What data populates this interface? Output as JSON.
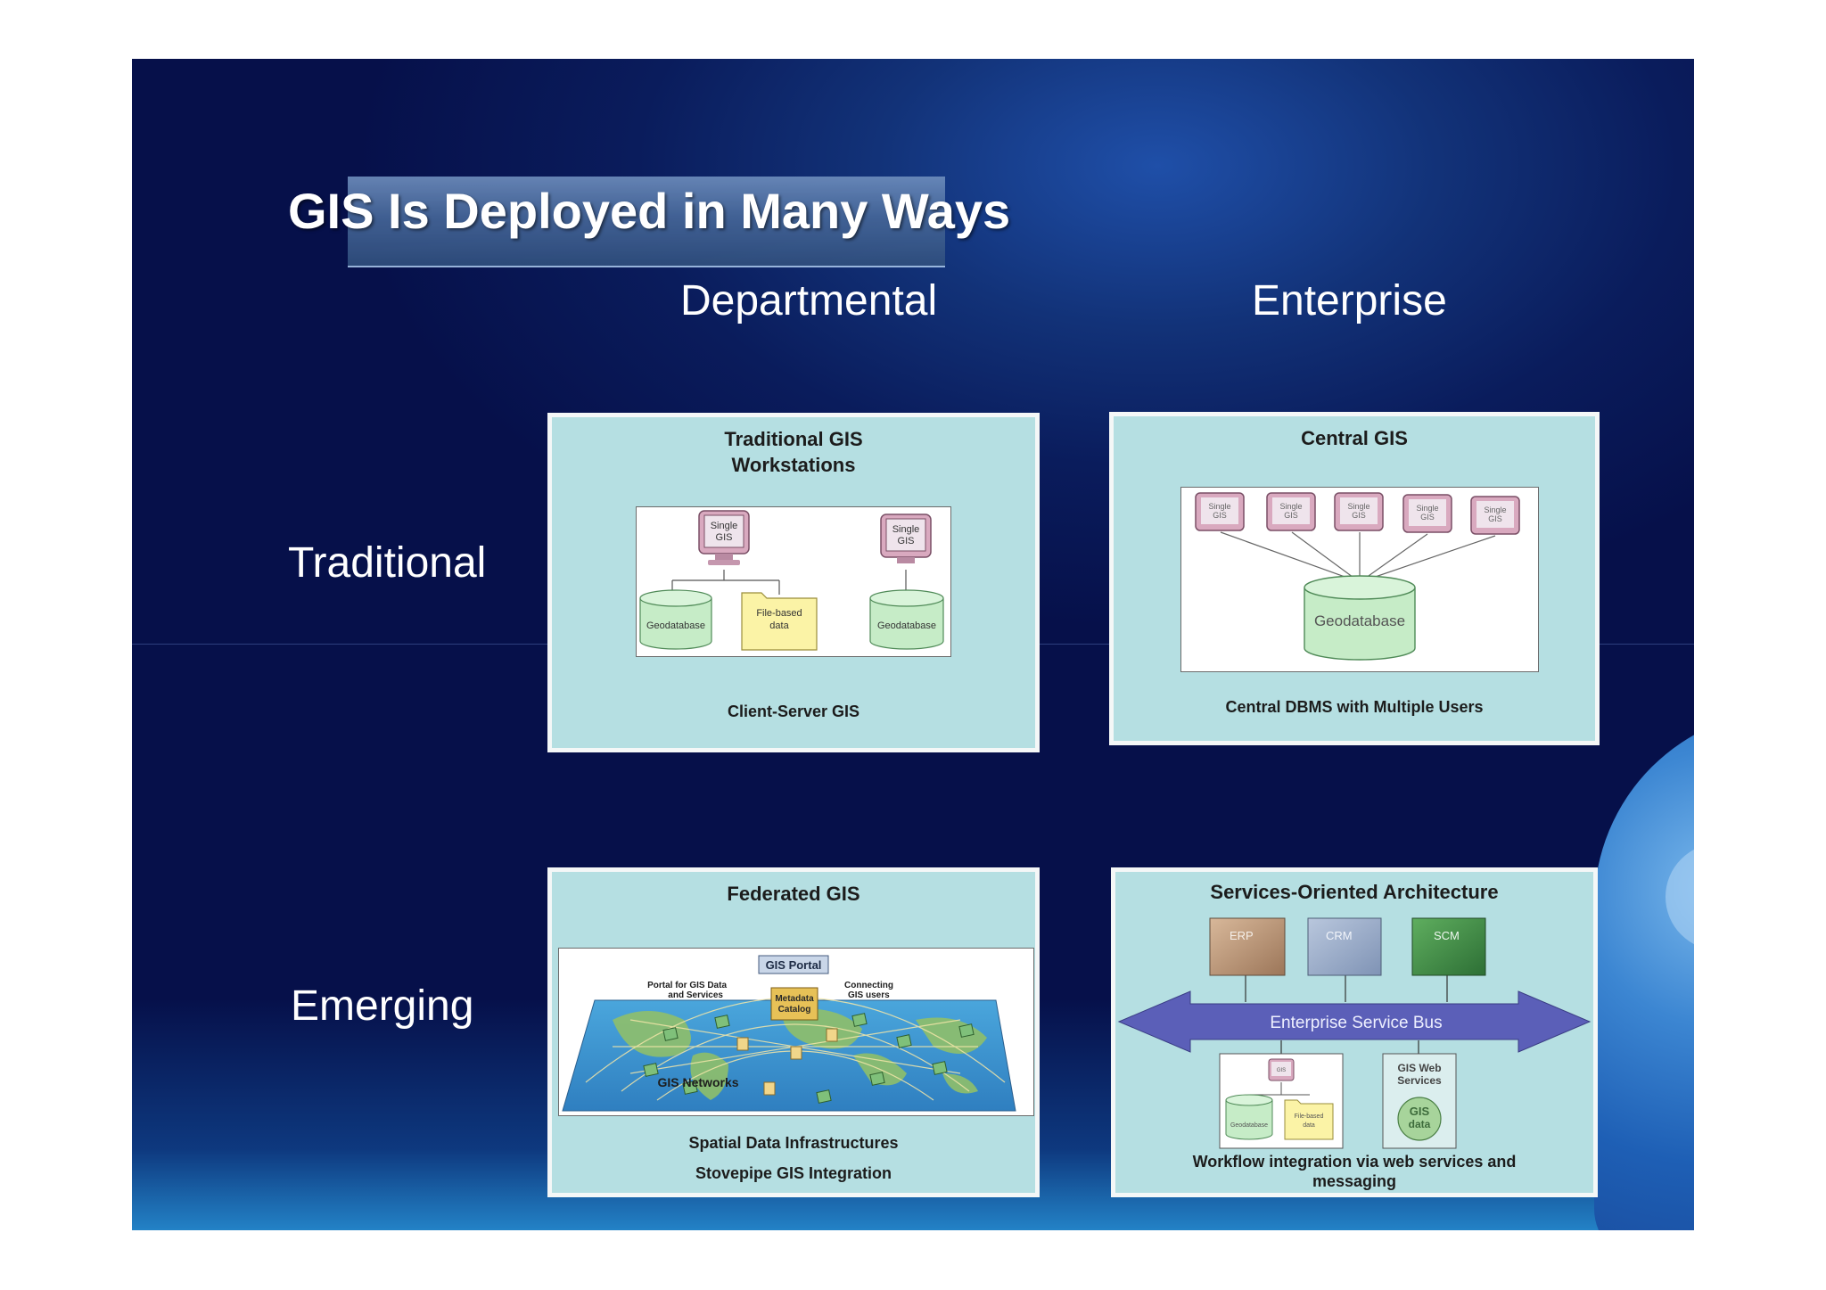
{
  "slide": {
    "title": "GIS Is Deployed in Many Ways",
    "columns": [
      "Departmental",
      "Enterprise"
    ],
    "rows": [
      "Traditional",
      "Emerging"
    ]
  },
  "panels": {
    "traditional_departmental": {
      "title_line1": "Traditional GIS",
      "title_line2": "Workstations",
      "caption": "Client-Server GIS",
      "labels": {
        "single": "Single",
        "gis": "GIS",
        "geodatabase": "Geodatabase",
        "file_line1": "File-based",
        "file_line2": "data"
      }
    },
    "traditional_enterprise": {
      "title": "Central GIS",
      "caption": "Central DBMS with Multiple Users",
      "labels": {
        "single": "Single",
        "gis": "GIS",
        "geodatabase": "Geodatabase"
      }
    },
    "emerging_departmental": {
      "title": "Federated GIS",
      "caption_line1": "Spatial Data Infrastructures",
      "caption_line2": "Stovepipe GIS Integration",
      "labels": {
        "portal": "GIS Portal",
        "portal_for_line1": "Portal for GIS Data",
        "portal_for_line2": "and Services",
        "metadata_line1": "Metadata",
        "metadata_line2": "Catalog",
        "connecting_line1": "Connecting",
        "connecting_line2": "GIS users",
        "networks": "GIS Networks"
      }
    },
    "emerging_enterprise": {
      "title": "Services-Oriented Architecture",
      "caption_line1": "Workflow integration via web services and",
      "caption_line2": "messaging",
      "labels": {
        "erp": "ERP",
        "crm": "CRM",
        "scm": "SCM",
        "bus": "Enterprise Service Bus",
        "gis": "GIS",
        "geodatabase": "Geodatabase",
        "file_line1": "File-based",
        "file_line2": "data",
        "web_line1": "GIS Web",
        "web_line2": "Services",
        "gis_data_line1": "GIS",
        "gis_data_line2": "data"
      }
    }
  },
  "colors": {
    "background": "#0a1c5c",
    "panel": "#b5dfe2",
    "bus_arrow": "#5b5fb8"
  }
}
